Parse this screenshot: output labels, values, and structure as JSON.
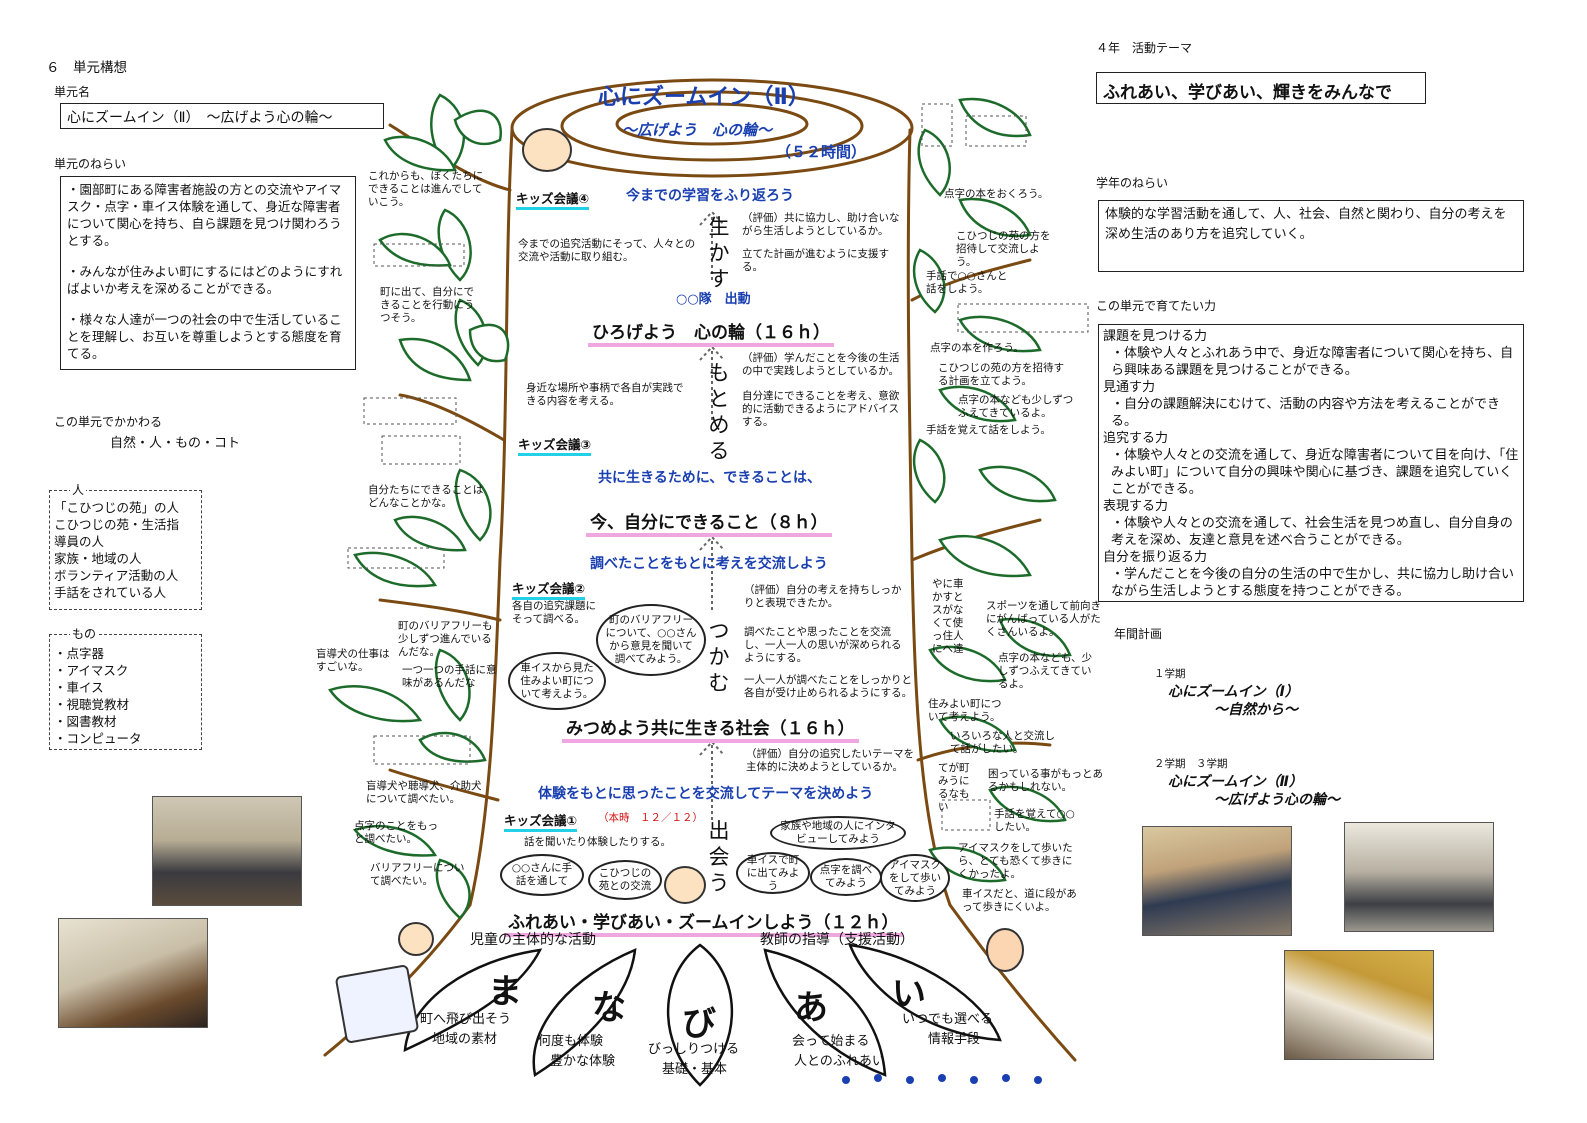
{
  "header": {
    "section": "６　単元構想",
    "unit_name_label": "単元名",
    "unit_name": "心にズームイン（Ⅱ）　～広げよう心の輪～",
    "grade_theme_label": "４年　活動テーマ",
    "grade_theme": "ふれあい、学びあい、輝きをみんなで"
  },
  "aims": {
    "label": "単元のねらい",
    "items": [
      "・園部町にある障害者施設の方との交流やアイマスク・点字・車イス体験を通して、身近な障害者について関心を持ち、自ら課題を見つけ関わろうとする。",
      "・みんなが住みよい町にするにはどのようにすればよいか考えを深めることができる。",
      "・様々な人達が一つの社会の中で生活していることを理解し、お互いを尊重しようとする態度を育てる。"
    ]
  },
  "related": {
    "label": "この単元でかかわる",
    "value": "自然・人・もの・コト",
    "people_title": "人",
    "people": [
      "「こひつじの苑」の人",
      "こひつじの苑・生活指",
      "導員の人",
      "家族・地域の人",
      "ボランティア活動の人",
      "手話をされている人"
    ],
    "things_title": "もの",
    "things": [
      "・点字器",
      "・アイマスク",
      "・車イス",
      "・視聴覚教材",
      "・図書教材",
      "・コンピュータ"
    ]
  },
  "grade_aim": {
    "label": "学年のねらい",
    "text": "体験的な学習活動を通して、人、社会、自然と関わり、自分の考えを深め生活のあり方を追究していく。"
  },
  "abilities": {
    "label": "この単元で育てたい力",
    "items": [
      {
        "title": "課題を見つける力",
        "desc": "・体験や人々とふれあう中で、身近な障害者について関心を持ち、自ら興味ある課題を見つけることができる。"
      },
      {
        "title": "見通す力",
        "desc": "・自分の課題解決にむけて、活動の内容や方法を考えることができる。"
      },
      {
        "title": "追究する力",
        "desc": "・体験や人々との交流を通して、身近な障害者について目を向け、「住みよい町」について自分の興味や関心に基づき、課題を追究していくことができる。"
      },
      {
        "title": "表現する力",
        "desc": "・体験や人々との交流を通して、社会生活を見つめ直し、自分自身の考えを深め、友達と意見を述べ合うことができる。"
      },
      {
        "title": "自分を振り返る力",
        "desc": "・学んだことを今後の自分の生活の中で生かし、共に協力し助け合いながら生活しようとする態度を持つことができる。"
      }
    ]
  },
  "annual_plan": {
    "label": "年間計画",
    "term1": "１学期",
    "term1_title": "心にズームイン（Ⅰ）",
    "term1_sub": "～自然から～",
    "term23": "２学期　３学期",
    "term23_title": "心にズームイン（Ⅱ）",
    "term23_sub": "～広げよう心の輪～"
  },
  "tree": {
    "title": "心にズームイン（Ⅱ）",
    "subtitle": "～広げよう　心の輪～",
    "hours": "（５２時間）",
    "stage1": "ふれあい・学びあい・ズームインしよう（１２ｈ）",
    "stage2": "みつめよう共に生きる社会（１６ｈ）",
    "stage3": "今、自分にできること（８ｈ）",
    "stage4": "ひろげよう　心の輪（１６ｈ）",
    "kids1": "キッズ会議①",
    "kids1_note": "（本時　１２／１２）",
    "kids2": "キッズ会議②",
    "kids3": "キッズ会議③",
    "kids4": "キッズ会議④",
    "theme1": "体験をもとに思ったことを交流してテーマを決めよう",
    "theme2": "調べたことをもとに考えを交流しよう",
    "theme3": "共に生きるために、できることは、",
    "theme4": "今までの学習をふり返ろう",
    "theme5": "○○隊　出動",
    "v_deau": "出会う",
    "v_tsukamu": "つかむ",
    "v_motomeru": "もとめる",
    "v_ikasu": "生かす",
    "eval1": "（評価）自分の追究したいテーマを主体的に決めようとしているか。",
    "eval2": "（評価）自分の考えを持ちしっかりと表現できたか。",
    "eval3": "（評価）学んだことを今後の生活の中で実践しようとしているか。",
    "eval4": "（評価）共に協力し、助け合いながら生活しようとしているか。",
    "t_kiku": "話を聞いたり体験したりする。",
    "t_kenkyu": "各自の追究課題にそって調べる。",
    "t_mijika": "身近な場所や事柄で各自が実践できる内容を考える。",
    "t_imamade": "今までの追究活動にそって、人々との交流や活動に取り組む。",
    "t_shirabeta": "調べたことや思ったことを交流し、一人一人の思いが深められるようにする。",
    "t_hitori": "一人一人が調べたことをしっかりと各自が受け止められるようにする。",
    "t_jibun": "自分達にできることを考え、意欲的に活動できるようにアドバイスする。",
    "t_keikaku": "立てた計画が進むように支援する。",
    "label_child": "児童の主体的な活動",
    "label_teacher": "教師の指導（支援活動）"
  },
  "bubbles": {
    "b1": "○○さんに手話を通して",
    "b2": "こひつじの苑との交流",
    "b3": "車イスから見た住みよい町について考えよう。",
    "b4": "町のバリアフリーについて、○○さんから意見を聞いて調べてみよう。",
    "b5": "家族や地域の人にインタビューしてみよう",
    "b6": "車イスで町に出てみよう",
    "b7": "点字を調べてみよう",
    "b8": "アイマスクをして歩いてみよう"
  },
  "leaves_left": {
    "l1": "これからも、ぼくたちにできることは進んでしていこう。",
    "l2": "町に出て、自分にできることを行動にうつそう。",
    "l3": "自分たちにできることはどんなことかな。",
    "l4": "町のバリアフリーも少しずつ進んでいるんだな。",
    "l5": "盲導犬の仕事はすごいな。",
    "l6": "一つ一つの手話に意味があるんだな",
    "l7": "盲導犬や聴導犬、介助犬について調べたい。",
    "l8": "点字のことをもっと調べたい。",
    "l9": "バリアフリーについて調べたい。"
  },
  "leaves_right": {
    "r1": "点字の本をおくろう。",
    "r2": "こひつじの苑の方を招待して交流しよう。",
    "r3": "手話で○○さんと話をしよう。",
    "r4": "点字の本を作ろう。",
    "r5": "こひつじの苑の方を招待する計画を立てよう。",
    "r6": "点字の本なども少しずつふえてきているよ。",
    "r7": "手話を覚えて話をしよう。",
    "r8": "スポーツを通して前向きにがんばっている人がたくさんいるよ。",
    "r9": "点字の本なども、少しずつふえてきているよ。",
    "r10": "住みよい町について考えよう。",
    "r11": "いろいろな人と交流して話がしたい。",
    "r12": "困っている事がもっとあるかもしれない。",
    "r13": "手話を覚えて○○したい。",
    "r14": "アイマスクをして歩いたら、とても恐くて歩きにくかったよ。",
    "r15": "車イスだと、道に段があって歩きにくいよ。",
    "r16": "やに車かすとスがなくて使っ住人にへ達",
    "r17": "てが町みうにるなもい"
  },
  "roots": {
    "c1": "ま",
    "c2": "な",
    "c3": "び",
    "c4": "あ",
    "c5": "い",
    "r1a": "町へ飛び出そう",
    "r1b": "地域の素材",
    "r2a": "何度も体験",
    "r2b": "豊かな体験",
    "r3a": "びっしりつける",
    "r3b": "基礎・基本",
    "r4a": "会って始まる",
    "r4b": "人とのふれあい",
    "r5a": "いつでも選べる",
    "r5b": "情報手段"
  },
  "colors": {
    "trunk": "#7a4a12",
    "leaf": "#1d6b2a",
    "accent_blue": "#1a3fb0",
    "stage_underline": "#f0a6e0",
    "kids_underline": "#22d0e8",
    "note_red": "#d01010"
  }
}
